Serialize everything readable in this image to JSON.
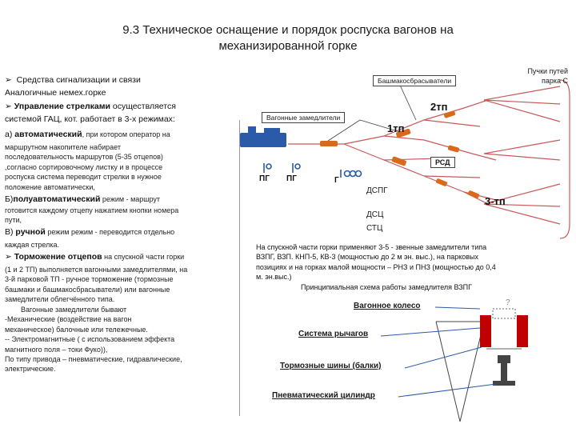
{
  "title": {
    "line1": "9.3 Техническое оснащение и порядок роспуска вагонов на",
    "line2": "механизированной горке"
  },
  "left": {
    "l1": "Средства сигнализации и связи",
    "l2": "Аналогичные немех.горке",
    "l3a": "Управление стрелками",
    "l3b": " осуществляется",
    "l4": "системой ГАЦ, кот. работает в 3-х режимах:",
    "l5a": "а) ",
    "l5b": "автоматический",
    "l5c": ", при котором оператор на",
    "l6": "маршрутном накопителе набирает",
    "l7": "последовательность маршрутов (5-35 отцепов)",
    "l8": ",согласно сортировочному листку и в процессе",
    "l9": "роспуска система переводит стрелки в нужное",
    "l10": "положение автоматически,",
    "l11a": "Б)",
    "l11b": "полуавтоматический",
    "l11c": " режим - маршрут",
    "l12": "готовится каждому отцепу нажатием кнопки номера",
    "l13": "пути,",
    "l14a": "В) ",
    "l14b": "ручной",
    "l14c": " режим режим  -  переводится отдельно",
    "l15": "каждая стрелка.",
    "l16a": "Торможение отцепов",
    "l16b": " на спускной части горки",
    "l17": "(1 и 2 ТП) выполняется вагонными замедлителями, на",
    "l18": "3-й парковой ТП - ручное торможение (тормозные",
    "l19": "башмаки и башмакосбрасыватели) или вагонные",
    "l20": "замедлители облегчённого типа.",
    "l21": "Вагонные замедлители бывают",
    "l22": "-Механические  (воздействие на вагон",
    "l23": "механическое)  балочные или тележечные.",
    "l24": "-- Электромагнитные ( с использованием эффекта",
    "l25": "магнитного поля – токи Фуко)),",
    "l26": "По типу привода – пневматические, гидравлические,",
    "l27": "электрические."
  },
  "diagram": {
    "bashmak": "Башмакосбрасыватели",
    "park": "Пучки путей\nпарка С",
    "zamed": "Вагонные замедлители",
    "tp2": "2тп",
    "tp1": "1тп",
    "tp3": "3-тп",
    "rsd": "РСД",
    "pg1": "ПГ",
    "pg2": "ПГ",
    "g": "Г",
    "dspg": "ДСПГ",
    "dsc": "ДСЦ",
    "stc": "СТЦ"
  },
  "right": {
    "p1": "На спускной части горки применяют 3-5 - звенные замедлители типа",
    "p2": "ВЗПГ, ВЗП. КНП-5, КВ-3 (мощностью до 2 м эн. выс.), на парковых",
    "p3": "позициях и на горках малой мощности – РНЗ и ПНЗ  (мощностью до 0,4",
    "p4": "м. эн.выс.)",
    "p5": "Принципиальная схема работы замедлителя  ВЗПГ"
  },
  "scheme": {
    "wheel": "Вагонное колесо",
    "levers": "Система рычагов",
    "shoes": "Тормозные шины (балки)",
    "cyl": "Пневматический цилиндр",
    "mark": "?"
  },
  "colors": {
    "accent_red": "#c00000",
    "blue": "#1f4e99",
    "orange": "#d86a1a",
    "track_red": "#c85a5a"
  }
}
